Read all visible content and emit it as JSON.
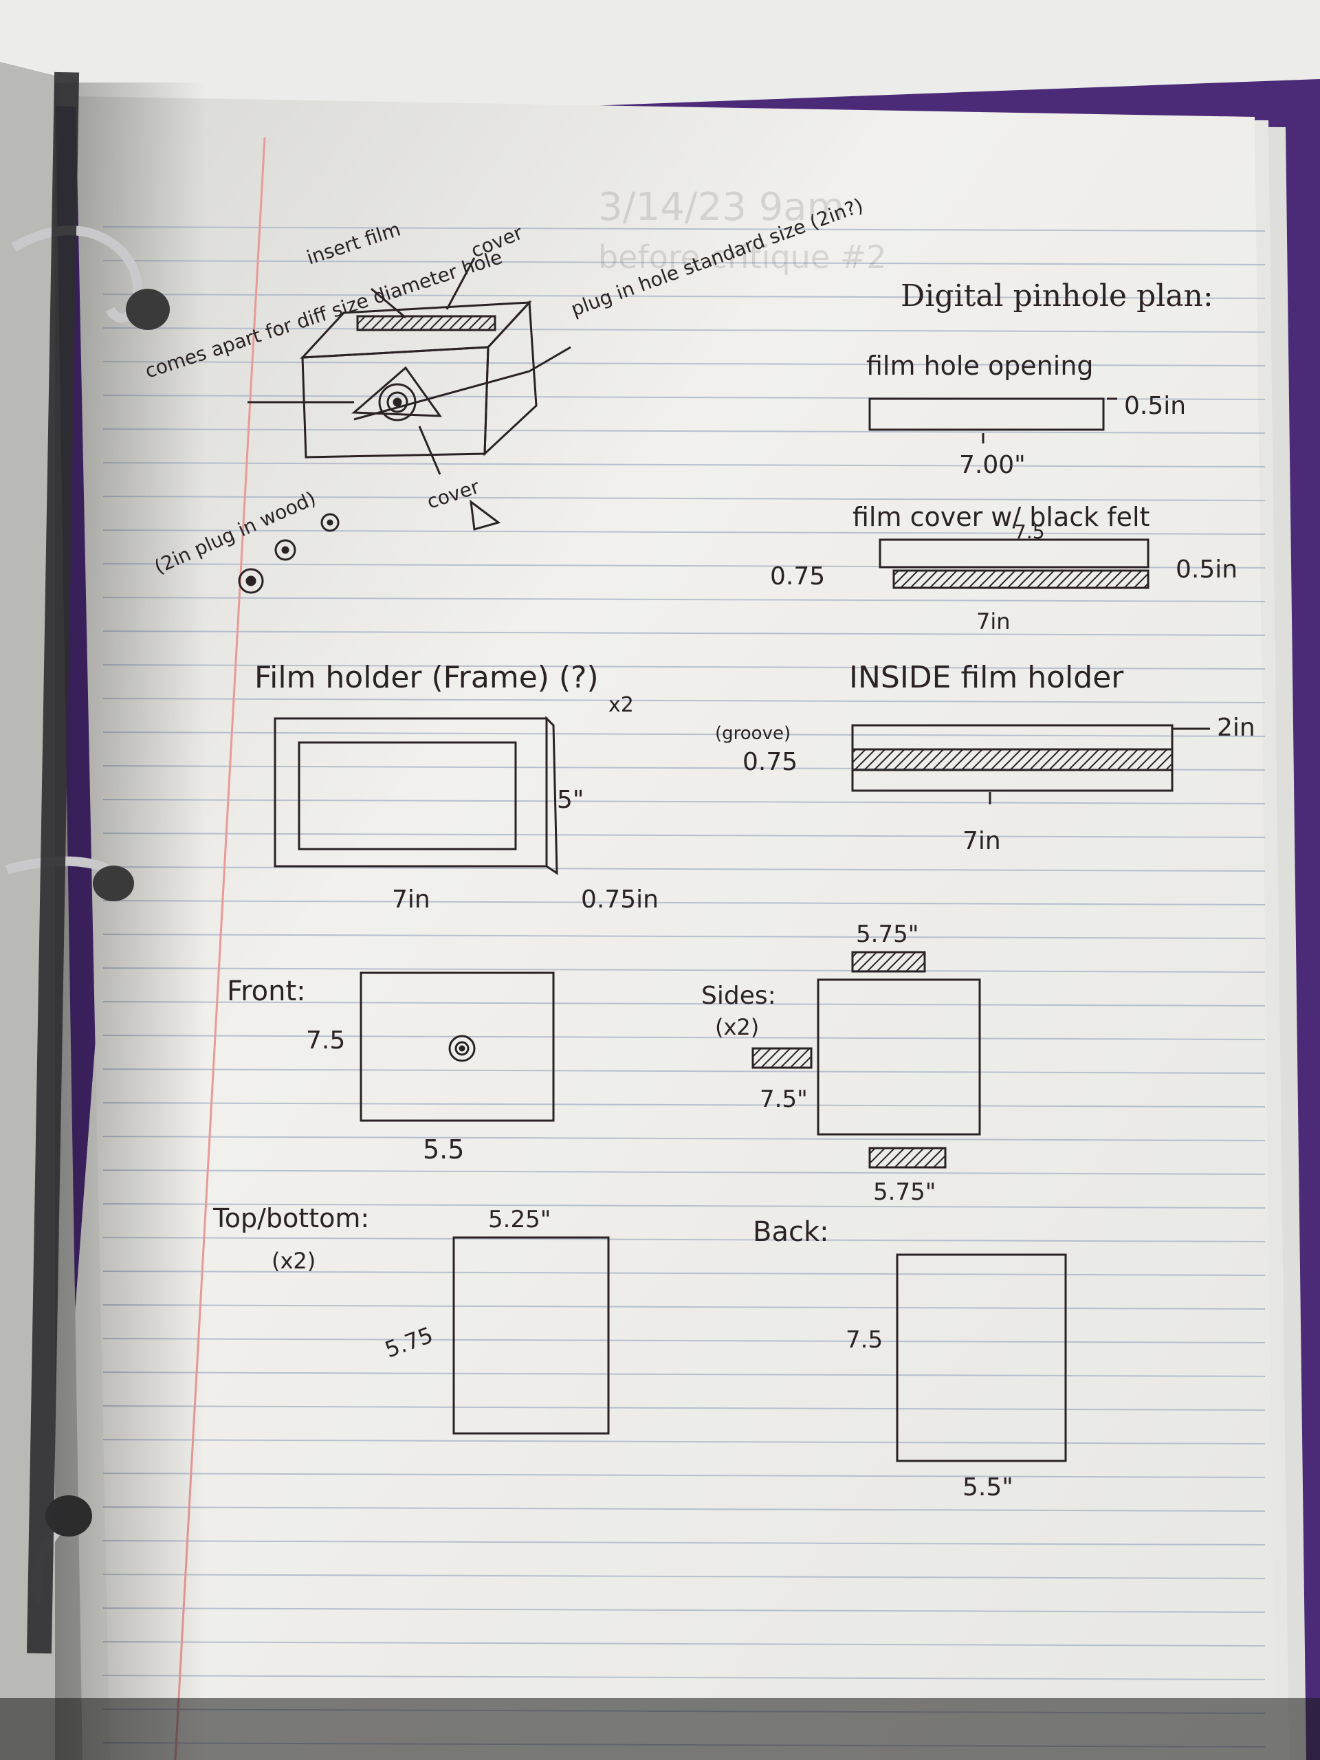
{
  "notes": {
    "title": "Digital pinhole plan:",
    "film_hole_opening": {
      "label": "film hole opening",
      "height": "0.5in",
      "width": "7.00\""
    },
    "film_cover": {
      "label": "film cover w/ black felt",
      "top": "7.5",
      "left": "0.75",
      "right": "0.5in",
      "bottom": "7in"
    },
    "inside_holder": {
      "label": "INSIDE film holder",
      "groove": "(groove)",
      "left": "0.75",
      "right": "2in",
      "bottom": "7in"
    },
    "box_sketch": {
      "insert": "insert film",
      "cover_top": "cover",
      "plug_in": "plug in hole standard size (2in?)",
      "comes_apart": "comes apart for diff size diameter hole",
      "cover_bottom": "cover",
      "plug_wood": "(2in plug in wood)"
    },
    "film_holder": {
      "label": "Film holder (Frame) (?)",
      "count": "x2",
      "height": "5\"",
      "width": "7in",
      "depth": "0.75in"
    },
    "front": {
      "label": "Front:",
      "height": "7.5",
      "width": "5.5"
    },
    "sides": {
      "label": "Sides:",
      "count": "(x2)",
      "top": "5.75\"",
      "height": "7.5\"",
      "bottom": "5.75\""
    },
    "top_bottom": {
      "label": "Top/bottom:",
      "count": "(x2)",
      "width": "5.25\"",
      "height": "5.75"
    },
    "back": {
      "label": "Back:",
      "height": "7.5",
      "width": "5.5\""
    }
  },
  "faint_text": {
    "date": "3/14/23 9am",
    "before": "before critique #2"
  },
  "colors": {
    "paper": "#f3f2ee",
    "ink": "#2a2224",
    "rule": "#aab3c8",
    "margin": "#e89a98",
    "binder": "#4b2a78"
  }
}
